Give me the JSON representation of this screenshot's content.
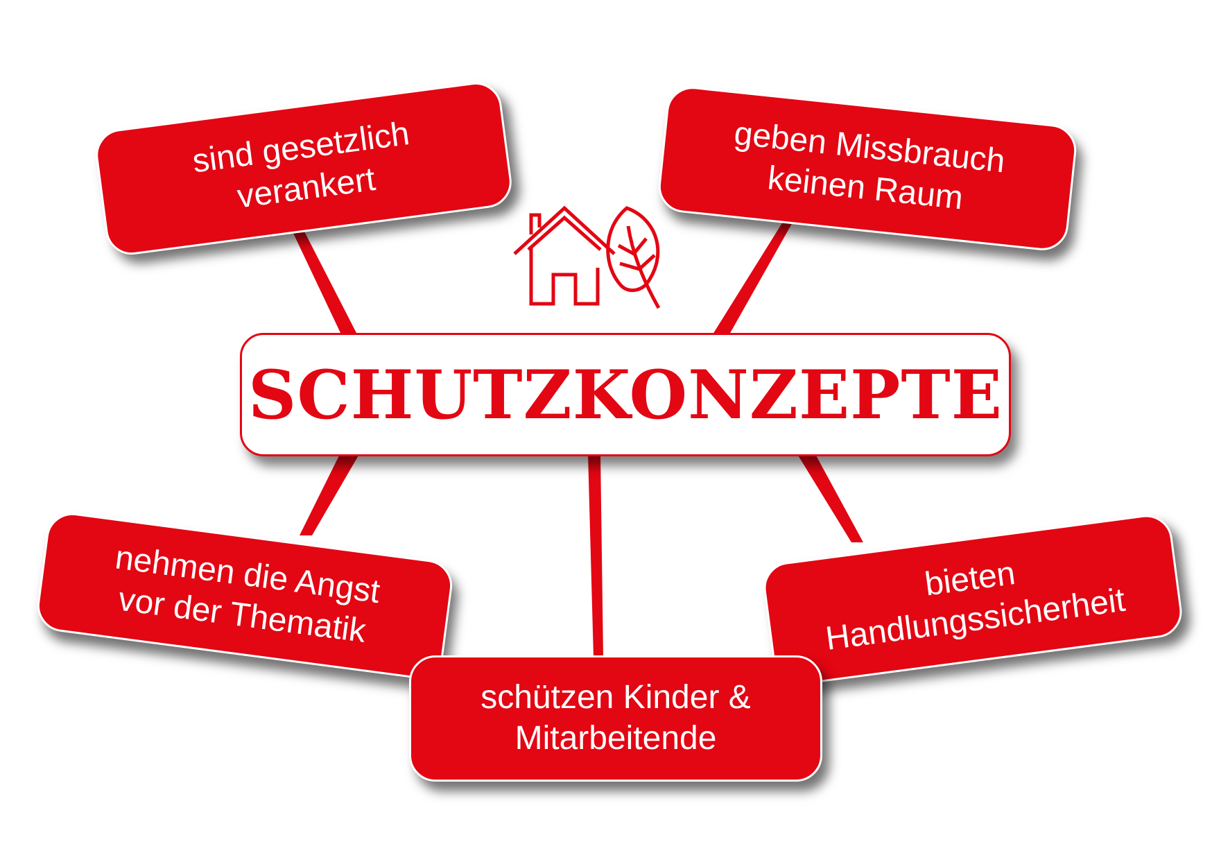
{
  "title": "SCHUTZKONZEPTE",
  "colors": {
    "accent": "#e30613",
    "text_on_accent": "#ffffff"
  },
  "logo": {
    "icons": [
      "house-icon",
      "leaf-icon"
    ]
  },
  "statements": {
    "top_left": [
      "sind gesetzlich",
      "verankert"
    ],
    "top_right": [
      "geben Missbrauch",
      "keinen Raum"
    ],
    "bottom_left": [
      "nehmen die Angst",
      "vor der Thematik"
    ],
    "bottom_center": [
      "schützen Kinder &",
      "Mitarbeitende"
    ],
    "bottom_right": [
      "bieten",
      "Handlungssicherheit"
    ]
  }
}
